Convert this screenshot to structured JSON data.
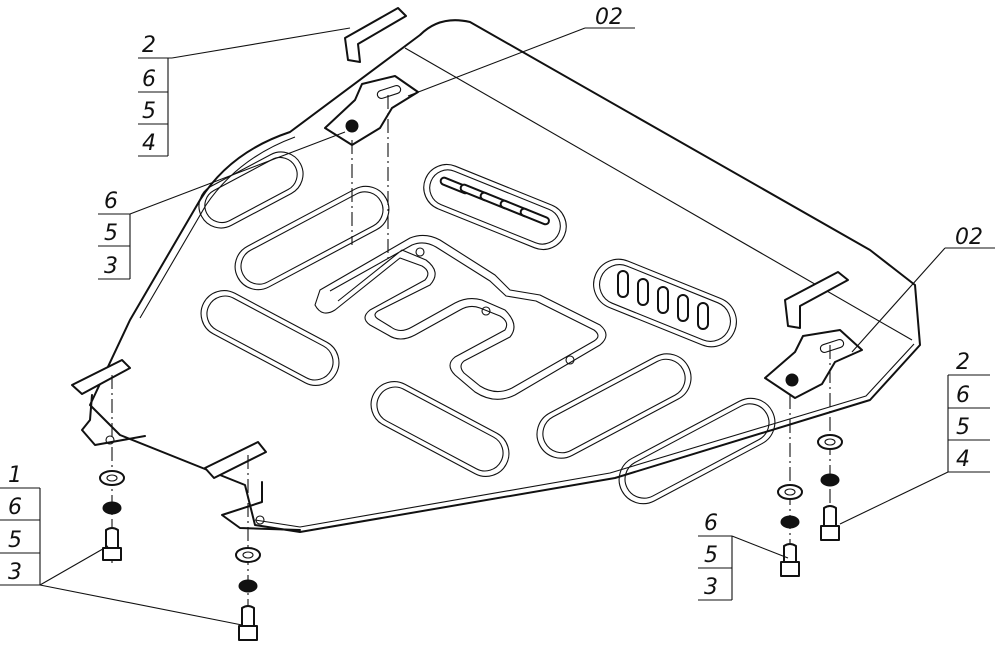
{
  "labels": {
    "top_left_stack": [
      "2",
      "6",
      "5",
      "4"
    ],
    "mid_left_stack": [
      "6",
      "5",
      "3"
    ],
    "bottom_left_stack": [
      "1",
      "6",
      "5",
      "3"
    ],
    "bottom_right_stack": [
      "6",
      "5",
      "3"
    ],
    "right_stack": [
      "2",
      "6",
      "5",
      "4"
    ],
    "top_bracket": "02",
    "right_bracket": "02"
  }
}
